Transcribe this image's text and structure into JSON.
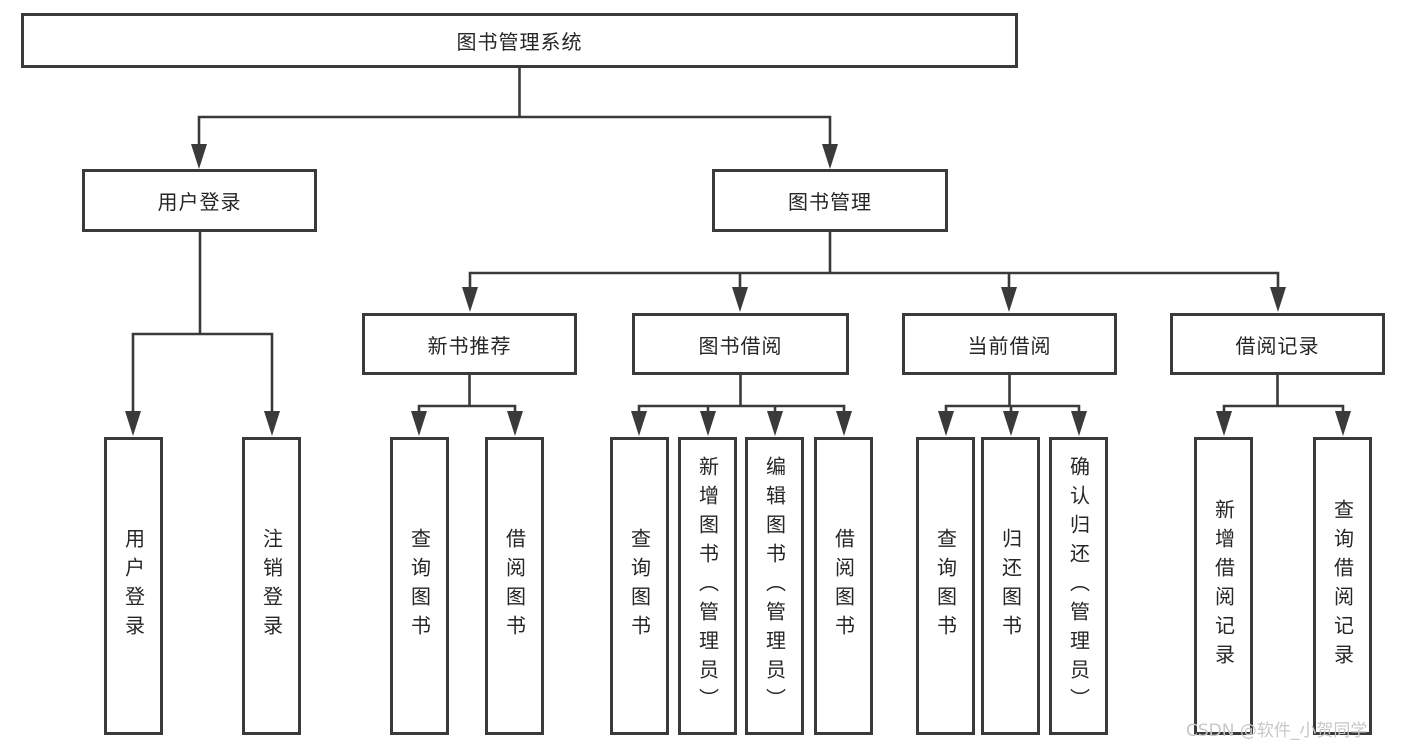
{
  "colors": {
    "line": "#3a3a3a",
    "text": "#262626",
    "watermark": "#c8c8c8",
    "background": "#ffffff"
  },
  "watermark": {
    "text": "CSDN @软件_小贺同学"
  },
  "tree": {
    "label": "图书管理系统",
    "children": [
      {
        "label": "用户登录",
        "children": [
          {
            "label": "用户登录"
          },
          {
            "label": "注销登录"
          }
        ]
      },
      {
        "label": "图书管理",
        "children": [
          {
            "label": "新书推荐",
            "children": [
              {
                "label": "查询图书"
              },
              {
                "label": "借阅图书"
              }
            ]
          },
          {
            "label": "图书借阅",
            "children": [
              {
                "label": "查询图书"
              },
              {
                "label": "新增图书（管理员）"
              },
              {
                "label": "编辑图书（管理员）"
              },
              {
                "label": "借阅图书"
              }
            ]
          },
          {
            "label": "当前借阅",
            "children": [
              {
                "label": "查询图书"
              },
              {
                "label": "归还图书"
              },
              {
                "label": "确认归还（管理员）"
              }
            ]
          },
          {
            "label": "借阅记录",
            "children": [
              {
                "label": "新增借阅记录"
              },
              {
                "label": "查询借阅记录"
              }
            ]
          }
        ]
      }
    ]
  }
}
